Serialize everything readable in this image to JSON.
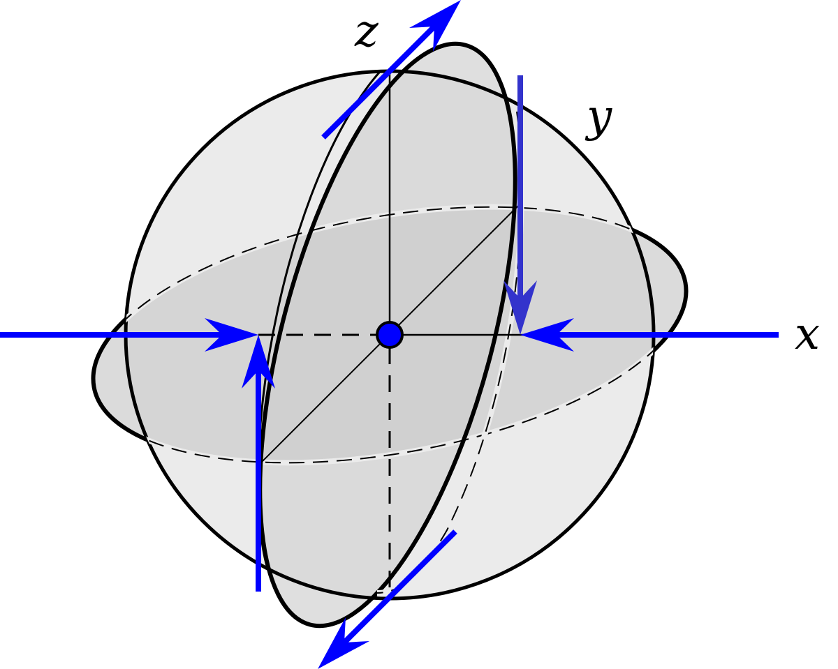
{
  "labels": {
    "x_axis": "x",
    "y_axis": "y",
    "z_axis": "z"
  },
  "colors": {
    "sphere_fill": "#ebebeb",
    "plane_fill": "#cccccc",
    "outline": "#000000",
    "arrow": "#0000ff",
    "arrow_y": "#3333cc",
    "center_dot": "#0000ff",
    "background": "#ffffff"
  }
}
